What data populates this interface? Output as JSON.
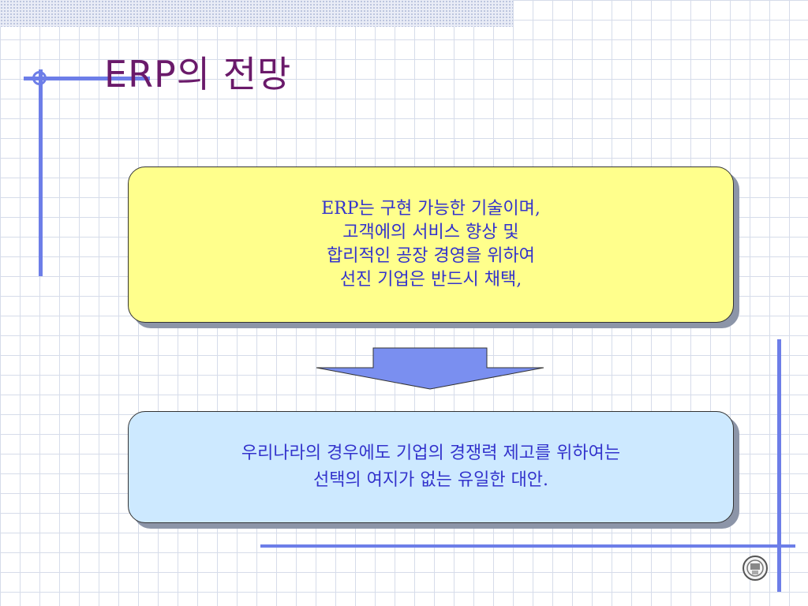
{
  "slide": {
    "title": "ERP의 전망",
    "box1": {
      "lines": [
        "ERP는 구현 가능한 기술이며,",
        "고객에의 서비스 향상 및",
        "합리적인 공장 경영을 위하여",
        "선진 기업은 반드시 채택,"
      ]
    },
    "box2": {
      "lines": [
        "우리나라의 경우에도 기업의 경쟁력 제고를 위하여는",
        "선택의 여지가 없는 유일한 대안."
      ]
    }
  },
  "colors": {
    "accent_line": "#6d7ee8",
    "title_color": "#6a1a6a",
    "text_blue": "#3333cc",
    "box1_fill": "#ffff8c",
    "box2_fill": "#cde9ff",
    "arrow_fill": "#7a8ff0"
  },
  "icons": {
    "arrow": "down-arrow-icon",
    "logo": "university-seal-logo"
  }
}
